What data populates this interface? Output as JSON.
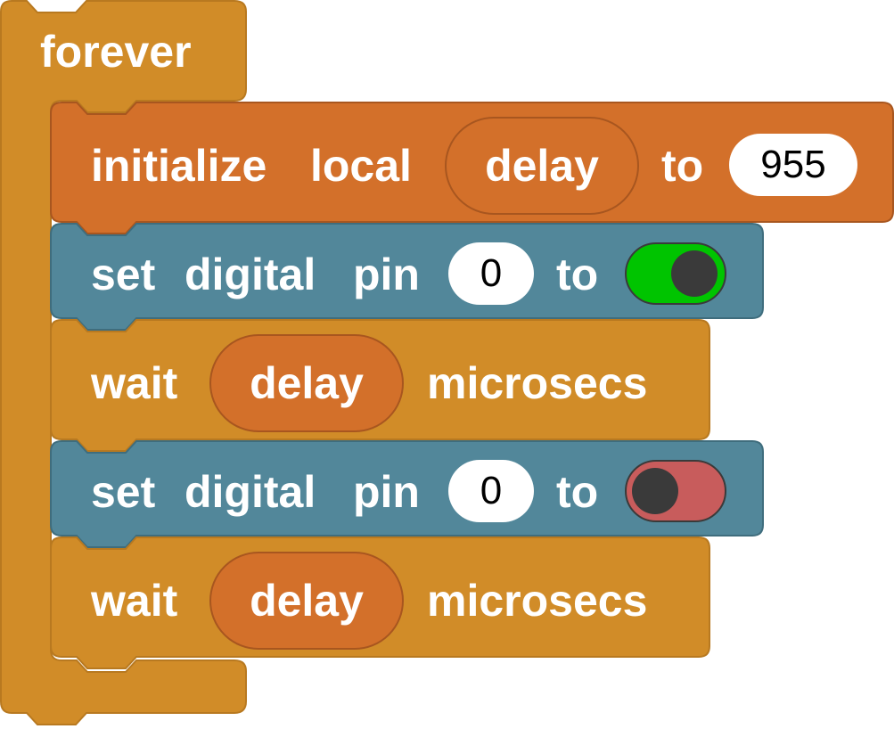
{
  "colors": {
    "control": "#d18c28",
    "control_border": "#b87920",
    "variables": "#d3702a",
    "variables_border": "#a8561f",
    "pins": "#52879a",
    "pins_border": "#3f6d7d",
    "toggle_on": "#00c400",
    "toggle_off": "#c85c5c"
  },
  "forever_block": {
    "label": "forever"
  },
  "blocks": [
    {
      "type": "initialize-local",
      "words": [
        "initialize",
        "local"
      ],
      "variable": "delay",
      "to_label": "to",
      "value": "955"
    },
    {
      "type": "set-digital-pin",
      "words": [
        "set",
        "digital",
        "pin"
      ],
      "pin": "0",
      "to_label": "to",
      "state": true,
      "state_icon": "toggle-on-icon"
    },
    {
      "type": "wait",
      "word": "wait",
      "variable": "delay",
      "unit": "microsecs"
    },
    {
      "type": "set-digital-pin",
      "words": [
        "set",
        "digital",
        "pin"
      ],
      "pin": "0",
      "to_label": "to",
      "state": false,
      "state_icon": "toggle-off-icon"
    },
    {
      "type": "wait",
      "word": "wait",
      "variable": "delay",
      "unit": "microsecs"
    }
  ]
}
